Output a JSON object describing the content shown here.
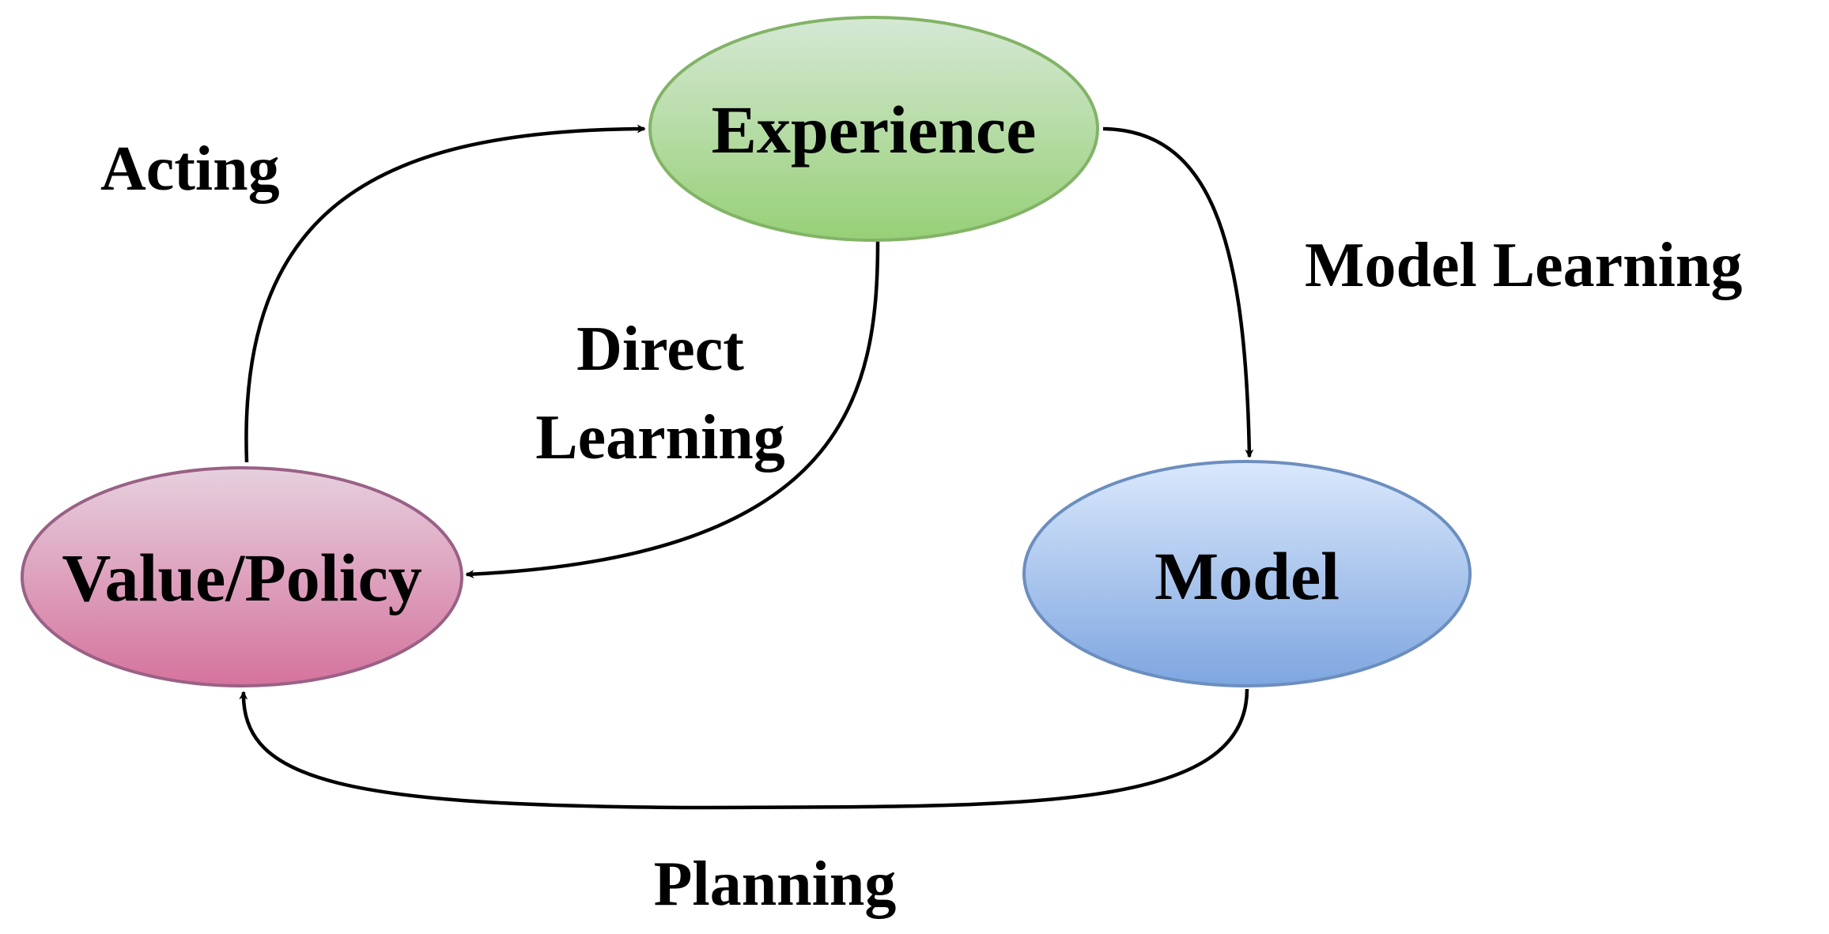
{
  "nodes": {
    "experience": {
      "label": "Experience",
      "fill_top": "#d5e8d4",
      "fill_bottom": "#97d077",
      "stroke": "#82b366"
    },
    "value_policy": {
      "label": "Value/Policy",
      "fill_top": "#e6d0de",
      "fill_bottom": "#d5739d",
      "stroke": "#996185"
    },
    "model": {
      "label": "Model",
      "fill_top": "#dae8fc",
      "fill_bottom": "#7ea6e0",
      "stroke": "#6c8ebf"
    }
  },
  "edges": {
    "acting": {
      "label": "Acting"
    },
    "direct_learning": {
      "label_line1": "Direct",
      "label_line2": "Learning"
    },
    "model_learning": {
      "label": "Model Learning"
    },
    "planning": {
      "label": "Planning"
    }
  }
}
